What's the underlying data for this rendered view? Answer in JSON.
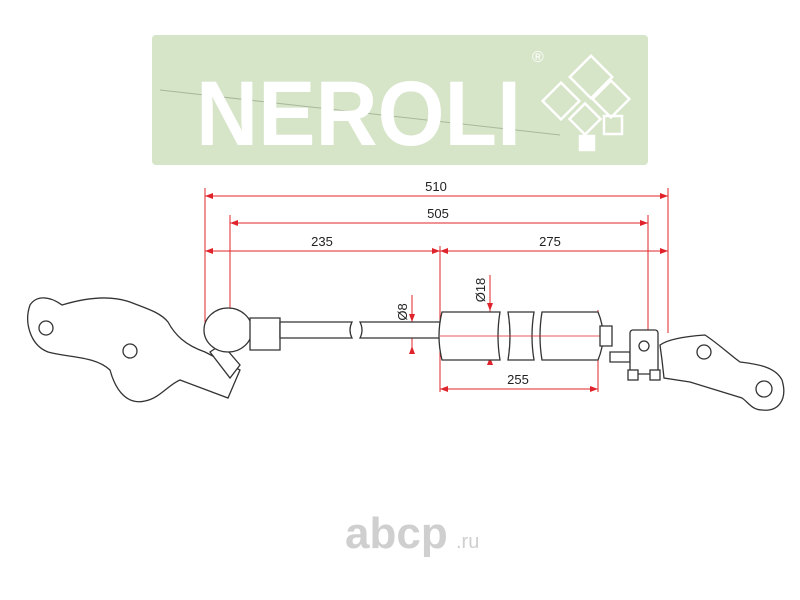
{
  "brand": {
    "name": "NEROLI",
    "registered": "®",
    "panel_color": "#d6e4c8",
    "text_color": "#ffffff"
  },
  "dimensions": {
    "overall_length": "510",
    "mount_length": "505",
    "rod_section": "235",
    "body_section": "275",
    "cylinder_length": "255",
    "rod_diameter": "Ø8",
    "body_diameter": "Ø18"
  },
  "watermark": {
    "name": "abcp",
    "suffix": ".ru",
    "color": "#cfcfcf"
  },
  "colors": {
    "dimension_line": "#e0232a",
    "outline": "#333333"
  }
}
